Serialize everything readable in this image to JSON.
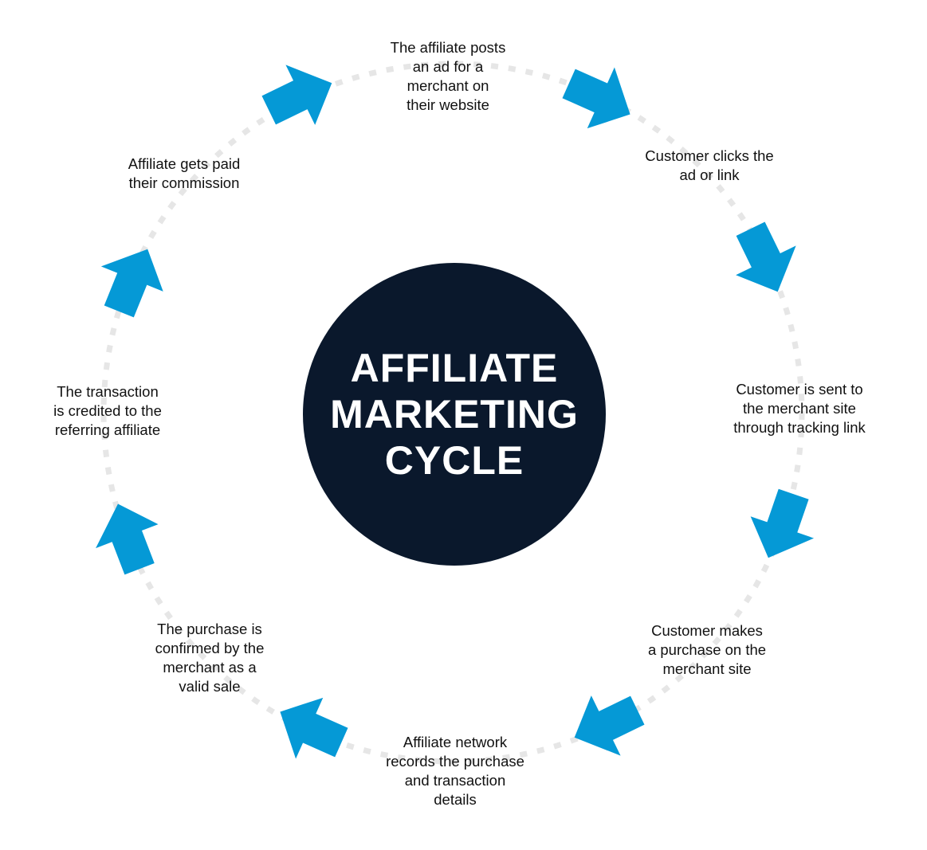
{
  "title": "AFFILIATE MARKETING CYCLE",
  "colors": {
    "arrow": "#0599d6",
    "center": "#0a182c",
    "ring": "#e6e6e6"
  },
  "steps": [
    {
      "text": "The affiliate posts\nan ad for a\nmerchant on\ntheir website"
    },
    {
      "text": "Customer clicks the\nad or link"
    },
    {
      "text": "Customer is sent to\nthe merchant site\nthrough tracking link"
    },
    {
      "text": "Customer makes\na purchase on the\nmerchant site"
    },
    {
      "text": "Affiliate network\nrecords the purchase\nand transaction\ndetails"
    },
    {
      "text": "The purchase is\nconfirmed by the\nmerchant as a\nvalid sale"
    },
    {
      "text": "The transaction\nis credited to the\nreferring affiliate"
    },
    {
      "text": "Affiliate gets paid\ntheir commission"
    }
  ]
}
